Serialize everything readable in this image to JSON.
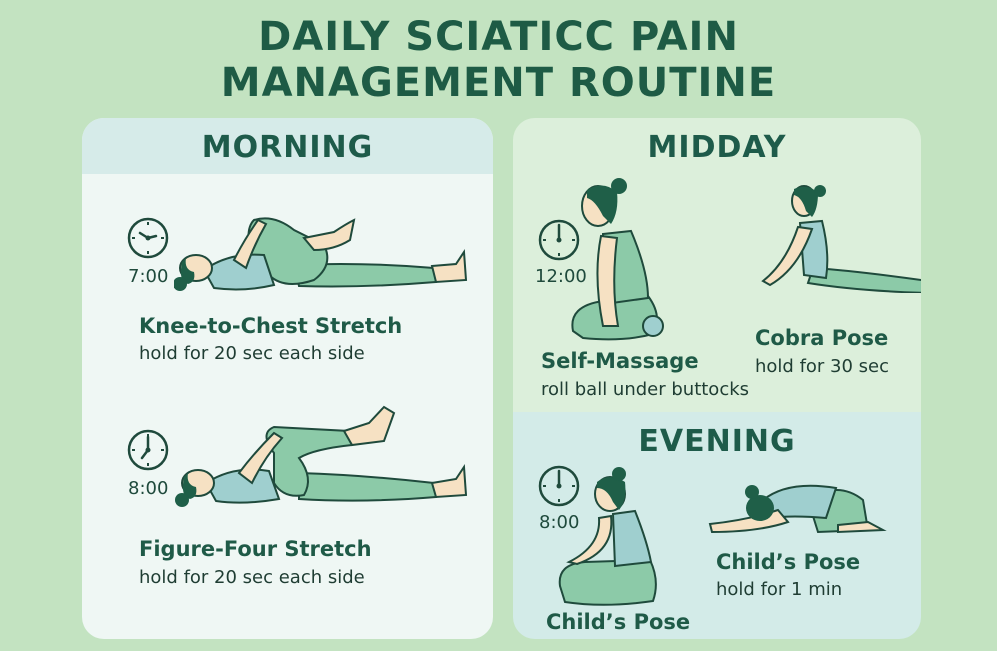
{
  "title": {
    "line1": "DAILY SCIATICC PAIN",
    "line2": "MANAGEMENT ROUTINE"
  },
  "colors": {
    "background": "#c3e3c1",
    "text_dark_green": "#1e5b45",
    "morning_panel": "#eff7f4",
    "morning_header": "#d6ebe9",
    "midday_panel": "#dcefdb",
    "evening_panel": "#d3ebe8",
    "clothing_green": "#8ccaa8",
    "clothing_blue": "#9fcfcf",
    "skin": "#f6e1c3",
    "hair": "#1f5f48"
  },
  "morning": {
    "label": "MORNING",
    "exercises": [
      {
        "time": "7:00",
        "clock_icon": "clock-icon",
        "name": "Knee-to-Chest Stretch",
        "description": "hold for 20 sec each side"
      },
      {
        "time": "8:00",
        "clock_icon": "clock-icon",
        "name": "Figure-Four Stretch",
        "description": "hold for 20 sec each side"
      }
    ]
  },
  "midday": {
    "label": "MIDDAY",
    "time": "12:00",
    "exercises": [
      {
        "name": "Self-Massage",
        "description": "roll ball under buttocks"
      },
      {
        "name": "Cobra Pose",
        "description": "hold for 30 sec"
      }
    ]
  },
  "evening": {
    "label": "EVENING",
    "time": "8:00",
    "exercises": [
      {
        "name": "Child’s Pose",
        "description": ""
      },
      {
        "name": "Child’s Pose",
        "description": "hold for 1 min"
      }
    ]
  }
}
